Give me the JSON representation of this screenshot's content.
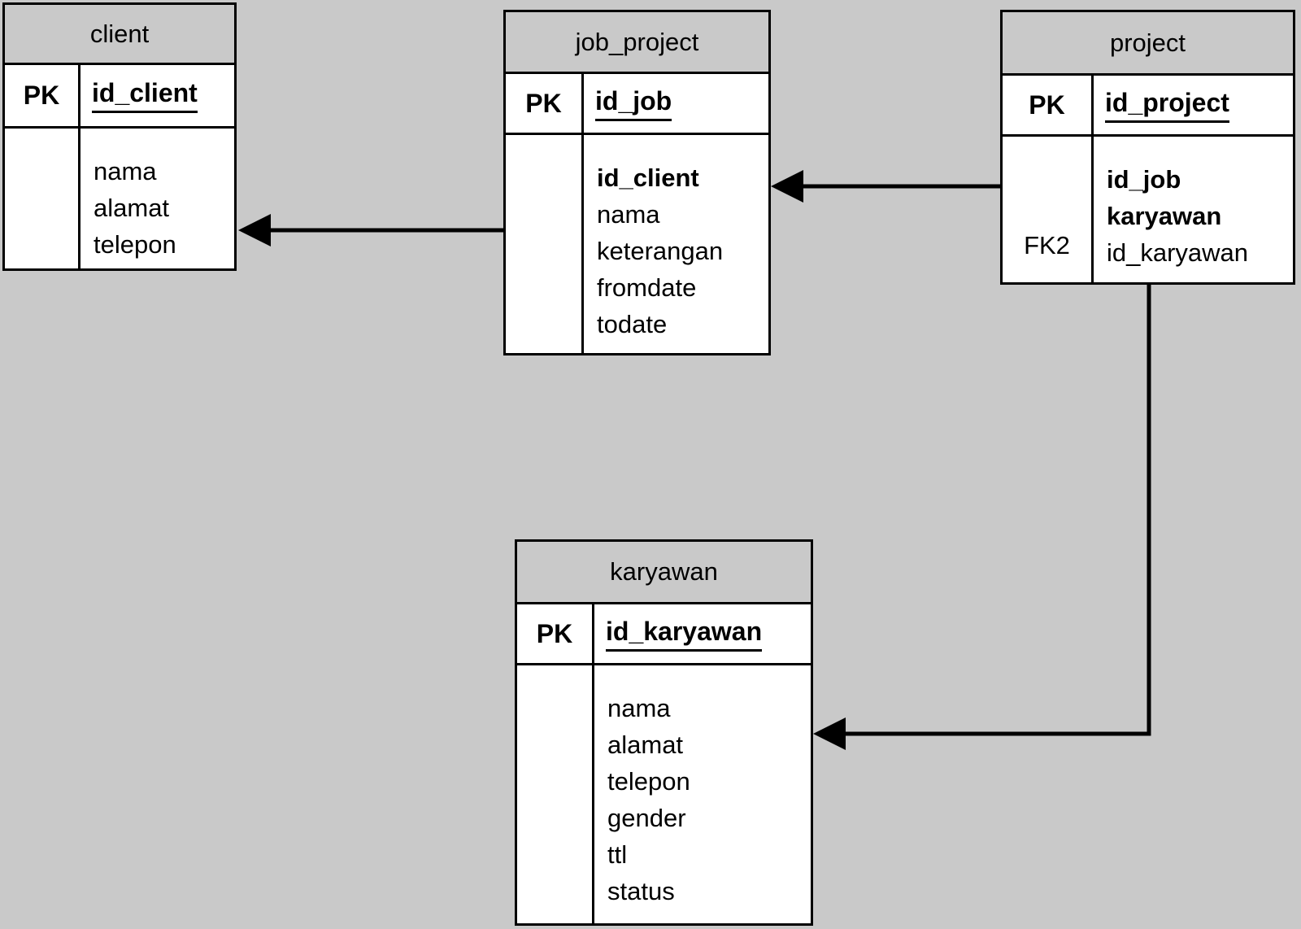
{
  "canvas": {
    "background_color": "#c9c9c9",
    "table_fill": "#ffffff",
    "header_fill": "#c9c9c9",
    "line_color": "#000000"
  },
  "tables": {
    "client": {
      "title": "client",
      "key_label": "PK",
      "pk_field": "id_client",
      "fields": [
        "nama",
        "alamat",
        "telepon"
      ]
    },
    "job_project": {
      "title": "job_project",
      "key_label": "PK",
      "pk_field": "id_job",
      "fields": [
        "id_client",
        "nama",
        "keterangan",
        "fromdate",
        "todate"
      ]
    },
    "project": {
      "title": "project",
      "key_label": "PK",
      "pk_field": "id_project",
      "fk_label": "FK2",
      "fields": [
        "id_job",
        "karyawan",
        "id_karyawan"
      ]
    },
    "karyawan": {
      "title": "karyawan",
      "key_label": "PK",
      "pk_field": "id_karyawan",
      "fields": [
        "nama",
        "alamat",
        "telepon",
        "gender",
        "ttl",
        "status"
      ]
    }
  },
  "relations": [
    {
      "from": "job_project",
      "to": "client"
    },
    {
      "from": "project",
      "to": "job_project"
    },
    {
      "from": "project",
      "to": "karyawan"
    }
  ]
}
